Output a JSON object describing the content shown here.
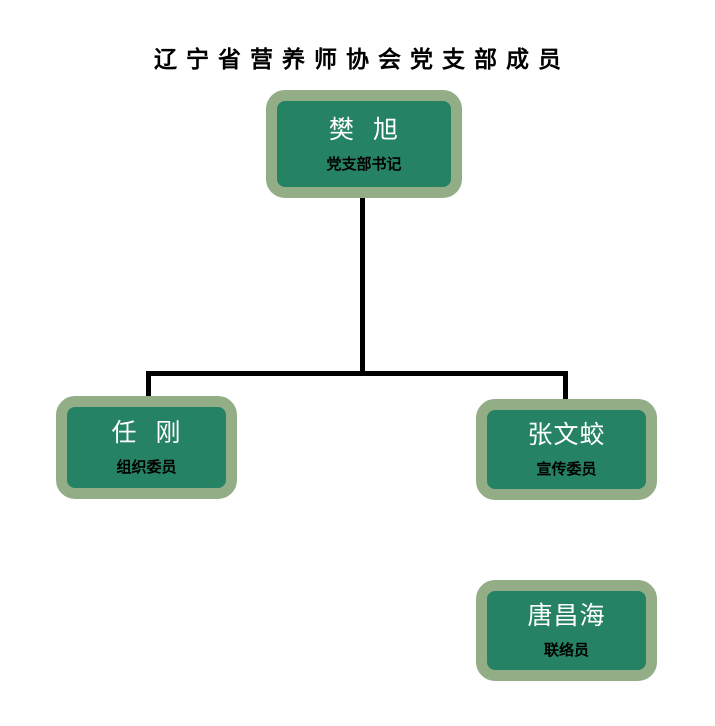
{
  "chart_data": {
    "type": "diagram",
    "diagram_type": "organization-chart",
    "title": "辽宁省营养师协会党支部成员",
    "nodes": [
      {
        "id": "top",
        "name": "樊  旭",
        "role": "党支部书记",
        "level": 0
      },
      {
        "id": "left",
        "name": "任  刚",
        "role": "组织委员",
        "level": 1
      },
      {
        "id": "right",
        "name": "张文蛟",
        "role": "宣传委员",
        "level": 1
      },
      {
        "id": "bottom",
        "name": "唐昌海",
        "role": "联络员",
        "level": 2
      }
    ],
    "edges": [
      {
        "from": "top",
        "to": "left"
      },
      {
        "from": "top",
        "to": "right"
      }
    ],
    "colors": {
      "node_fill": "#268264",
      "node_border": "#93ae87",
      "name_text": "#ffffff",
      "role_text": "#000000",
      "connector": "#000000",
      "background": "#ffffff",
      "title_text": "#000000"
    }
  },
  "title": {
    "text": "辽宁省营养师协会党支部成员"
  },
  "nodes": {
    "top": {
      "name": "樊  旭",
      "role": "党支部书记"
    },
    "left": {
      "name": "任  刚",
      "role": "组织委员"
    },
    "right": {
      "name": "张文蛟",
      "role": "宣传委员"
    },
    "bottom": {
      "name": "唐昌海",
      "role": "联络员"
    }
  }
}
